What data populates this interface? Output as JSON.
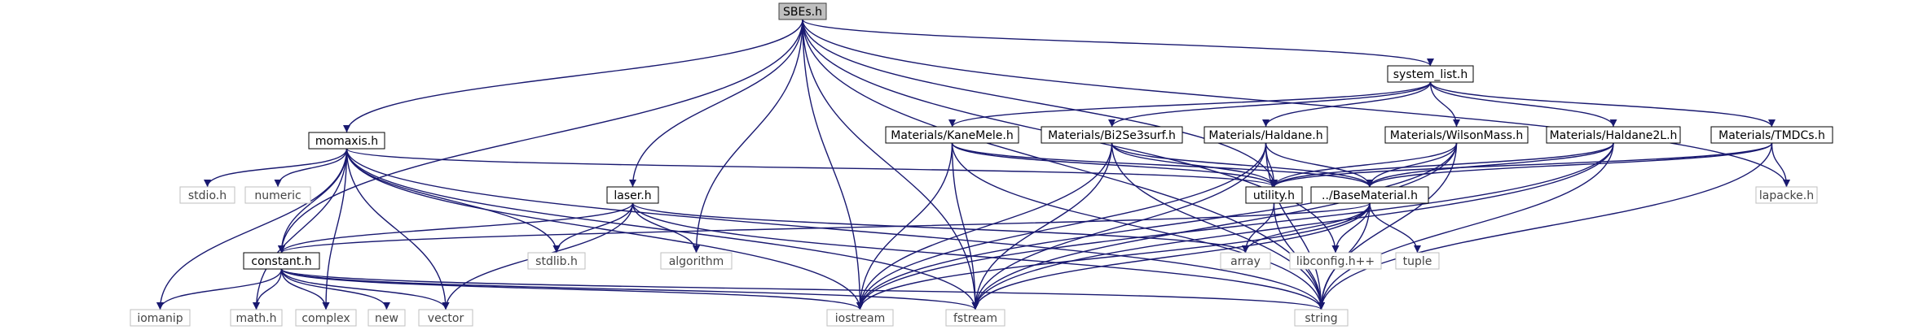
{
  "graph": {
    "root": "SBEs.h",
    "nodes": [
      {
        "id": "sbes",
        "label": "SBEs.h",
        "kind": "root"
      },
      {
        "id": "system_list",
        "label": "system_list.h",
        "kind": "header"
      },
      {
        "id": "momaxis",
        "label": "momaxis.h",
        "kind": "header"
      },
      {
        "id": "laser",
        "label": "laser.h",
        "kind": "header"
      },
      {
        "id": "kanemele",
        "label": "Materials/KaneMele.h",
        "kind": "header"
      },
      {
        "id": "bi2se3",
        "label": "Materials/Bi2Se3surf.h",
        "kind": "header"
      },
      {
        "id": "haldane",
        "label": "Materials/Haldane.h",
        "kind": "header"
      },
      {
        "id": "wilson",
        "label": "Materials/WilsonMass.h",
        "kind": "header"
      },
      {
        "id": "haldane2l",
        "label": "Materials/Haldane2L.h",
        "kind": "header"
      },
      {
        "id": "tmdcs",
        "label": "Materials/TMDCs.h",
        "kind": "header"
      },
      {
        "id": "utility",
        "label": "utility.h",
        "kind": "header"
      },
      {
        "id": "basematerial",
        "label": "../BaseMaterial.h",
        "kind": "header"
      },
      {
        "id": "constant",
        "label": "constant.h",
        "kind": "header"
      },
      {
        "id": "stdio",
        "label": "stdio.h",
        "kind": "external"
      },
      {
        "id": "numeric",
        "label": "numeric",
        "kind": "external"
      },
      {
        "id": "stdlib",
        "label": "stdlib.h",
        "kind": "external"
      },
      {
        "id": "algorithm",
        "label": "algorithm",
        "kind": "external"
      },
      {
        "id": "array",
        "label": "array",
        "kind": "external"
      },
      {
        "id": "libconfig",
        "label": "libconfig.h++",
        "kind": "external"
      },
      {
        "id": "tuple",
        "label": "tuple",
        "kind": "external"
      },
      {
        "id": "lapacke",
        "label": "lapacke.h",
        "kind": "external"
      },
      {
        "id": "iomanip",
        "label": "iomanip",
        "kind": "external"
      },
      {
        "id": "math",
        "label": "math.h",
        "kind": "external"
      },
      {
        "id": "complex",
        "label": "complex",
        "kind": "external"
      },
      {
        "id": "new",
        "label": "new",
        "kind": "external"
      },
      {
        "id": "vector",
        "label": "vector",
        "kind": "external"
      },
      {
        "id": "iostream",
        "label": "iostream",
        "kind": "external"
      },
      {
        "id": "fstream",
        "label": "fstream",
        "kind": "external"
      },
      {
        "id": "string",
        "label": "string",
        "kind": "external"
      }
    ],
    "edges": [
      [
        "sbes",
        "system_list"
      ],
      [
        "sbes",
        "momaxis"
      ],
      [
        "sbes",
        "laser"
      ],
      [
        "sbes",
        "constant"
      ],
      [
        "sbes",
        "algorithm"
      ],
      [
        "sbes",
        "iostream"
      ],
      [
        "sbes",
        "fstream"
      ],
      [
        "sbes",
        "libconfig"
      ],
      [
        "sbes",
        "utility"
      ],
      [
        "sbes",
        "lapacke"
      ],
      [
        "sbes",
        "string"
      ],
      [
        "system_list",
        "kanemele"
      ],
      [
        "system_list",
        "bi2se3"
      ],
      [
        "system_list",
        "haldane"
      ],
      [
        "system_list",
        "wilson"
      ],
      [
        "system_list",
        "haldane2l"
      ],
      [
        "system_list",
        "tmdcs"
      ],
      [
        "kanemele",
        "utility"
      ],
      [
        "kanemele",
        "basematerial"
      ],
      [
        "kanemele",
        "iostream"
      ],
      [
        "kanemele",
        "fstream"
      ],
      [
        "kanemele",
        "string"
      ],
      [
        "bi2se3",
        "utility"
      ],
      [
        "bi2se3",
        "basematerial"
      ],
      [
        "bi2se3",
        "iostream"
      ],
      [
        "bi2se3",
        "fstream"
      ],
      [
        "bi2se3",
        "string"
      ],
      [
        "haldane",
        "utility"
      ],
      [
        "haldane",
        "basematerial"
      ],
      [
        "haldane",
        "iostream"
      ],
      [
        "haldane",
        "fstream"
      ],
      [
        "haldane",
        "string"
      ],
      [
        "wilson",
        "utility"
      ],
      [
        "wilson",
        "basematerial"
      ],
      [
        "wilson",
        "iostream"
      ],
      [
        "wilson",
        "fstream"
      ],
      [
        "wilson",
        "string"
      ],
      [
        "haldane2l",
        "utility"
      ],
      [
        "haldane2l",
        "basematerial"
      ],
      [
        "haldane2l",
        "iostream"
      ],
      [
        "haldane2l",
        "fstream"
      ],
      [
        "haldane2l",
        "string"
      ],
      [
        "tmdcs",
        "utility"
      ],
      [
        "tmdcs",
        "basematerial"
      ],
      [
        "tmdcs",
        "lapacke"
      ],
      [
        "tmdcs",
        "string"
      ],
      [
        "utility",
        "array"
      ],
      [
        "utility",
        "string"
      ],
      [
        "basematerial",
        "constant"
      ],
      [
        "basematerial",
        "array"
      ],
      [
        "basematerial",
        "libconfig"
      ],
      [
        "basematerial",
        "tuple"
      ],
      [
        "basematerial",
        "iostream"
      ],
      [
        "basematerial",
        "fstream"
      ],
      [
        "basematerial",
        "string"
      ],
      [
        "momaxis",
        "stdio"
      ],
      [
        "momaxis",
        "numeric"
      ],
      [
        "momaxis",
        "utility"
      ],
      [
        "momaxis",
        "constant"
      ],
      [
        "momaxis",
        "stdlib"
      ],
      [
        "momaxis",
        "iomanip"
      ],
      [
        "momaxis",
        "math"
      ],
      [
        "momaxis",
        "complex"
      ],
      [
        "momaxis",
        "vector"
      ],
      [
        "momaxis",
        "iostream"
      ],
      [
        "momaxis",
        "fstream"
      ],
      [
        "momaxis",
        "string"
      ],
      [
        "laser",
        "constant"
      ],
      [
        "laser",
        "stdlib"
      ],
      [
        "laser",
        "algorithm"
      ],
      [
        "laser",
        "array"
      ],
      [
        "laser",
        "vector"
      ],
      [
        "laser",
        "string"
      ],
      [
        "constant",
        "iomanip"
      ],
      [
        "constant",
        "math"
      ],
      [
        "constant",
        "complex"
      ],
      [
        "constant",
        "new"
      ],
      [
        "constant",
        "vector"
      ],
      [
        "constant",
        "iostream"
      ],
      [
        "constant",
        "fstream"
      ],
      [
        "constant",
        "string"
      ]
    ]
  },
  "colors": {
    "edge": "#191970",
    "root_fill": "#bfbfbf",
    "node_border": "#000000",
    "external_border": "#bfbfbf",
    "external_text": "#444444"
  }
}
